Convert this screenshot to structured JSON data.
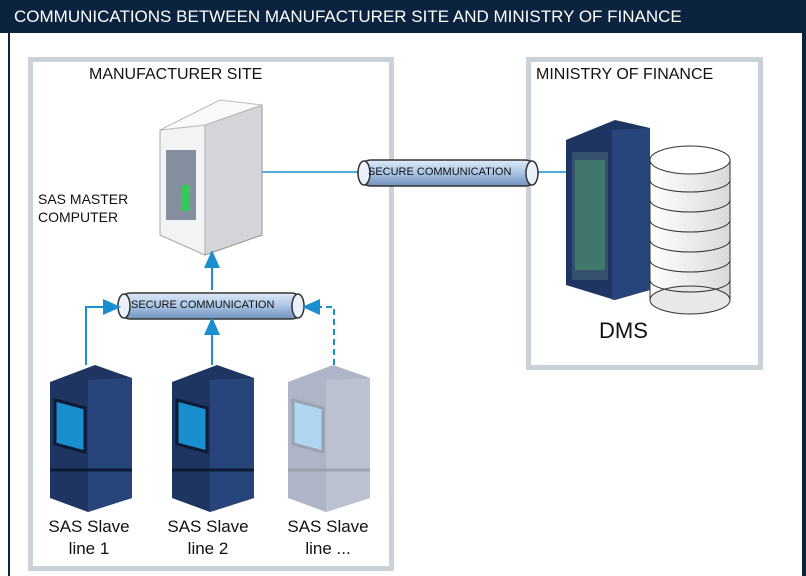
{
  "header": {
    "title": "COMMUNICATIONS BETWEEN MANUFACTURER SITE  AND MINISTRY OF FINANCE"
  },
  "manufacturer_site": {
    "title": "MANUFACTURER SITE",
    "master_label_line1": "SAS MASTER",
    "master_label_line2": "COMPUTER",
    "internal_link_label": "SECURE COMMUNICATION",
    "slaves": [
      {
        "line1": "SAS Slave",
        "line2": "line 1"
      },
      {
        "line1": "SAS Slave",
        "line2": "line 2"
      },
      {
        "line1": "SAS Slave",
        "line2": "line ..."
      }
    ]
  },
  "ministry": {
    "title": "MINISTRY OF FINANCE",
    "db_label": "DMS"
  },
  "external_link_label": "SECURE COMMUNICATION",
  "colors": {
    "header_bg": "#0c2340",
    "panel_border": "#c8d2d7",
    "arrow": "#1a8fd0",
    "tube": "#a9c4e4",
    "server": "#1d3560"
  }
}
